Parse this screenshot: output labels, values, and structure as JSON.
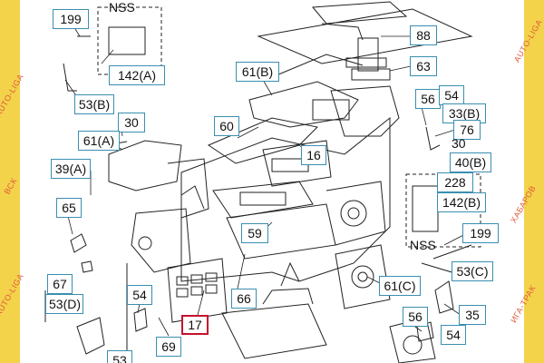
{
  "labels": {
    "l199a": "199",
    "lnss1": "NSS",
    "l142a": "142(A)",
    "l53b": "53(B)",
    "l30a": "30",
    "l61a": "61(A)",
    "l39a": "39(A)",
    "l65": "65",
    "l67": "67",
    "l53d": "53(D)",
    "l54a": "54",
    "l53bottom": "53",
    "l69": "69",
    "l17": "17",
    "l66": "66",
    "l59": "59",
    "l16": "16",
    "l60": "60",
    "l61b": "61(B)",
    "l88": "88",
    "l63": "63",
    "l56a": "56",
    "l54b": "54",
    "l33b": "33(B)",
    "l76": "76",
    "l30b": "30",
    "l40b": "40(B)",
    "l228": "228",
    "l142b": "142(B)",
    "lnss2": "NSS",
    "l199b": "199",
    "l53c": "53(C)",
    "l61c": "61(C)",
    "l56b": "56",
    "l35": "35",
    "l54c": "54"
  },
  "watermarks": {
    "left_top": "AUTO-LIGA",
    "left_mid": "ВСК",
    "left_bottom": "АUTO-LIGA",
    "right_top": "AUTO-LIGA",
    "right_mid": "ХАБАРОВ",
    "right_bottom": "ИГА-ТРАК"
  },
  "colors": {
    "label_border": "#3a8fb0",
    "highlight_border": "#c8102e",
    "watermark": "#e05a3a",
    "side_strip": "#f3d34a",
    "line": "#222222"
  }
}
